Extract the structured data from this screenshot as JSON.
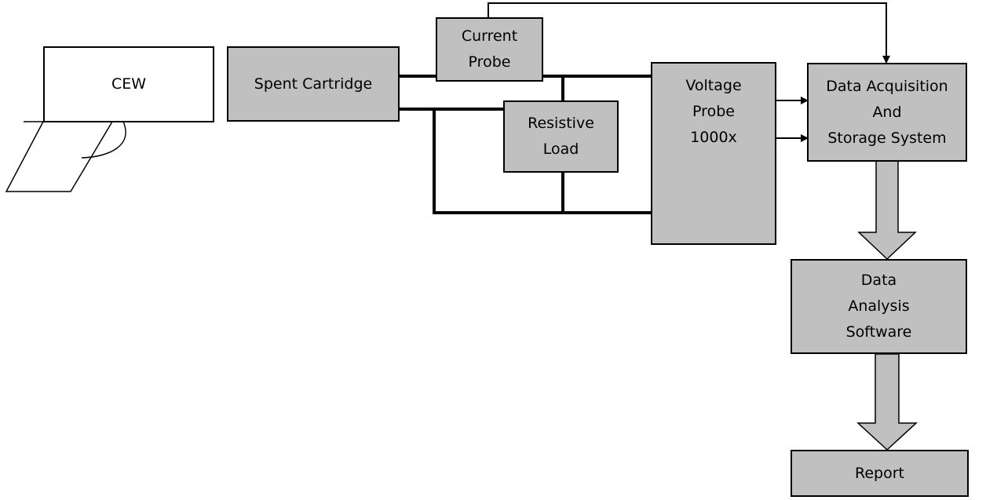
{
  "diagram": {
    "colors": {
      "box_fill": "#c0c0c0",
      "line": "#000000",
      "background": "#ffffff"
    },
    "nodes": {
      "cew": "CEW",
      "spent_cartridge": "Spent Cartridge",
      "current_probe": "Current\nProbe",
      "resistive_load": "Resistive\nLoad",
      "voltage_probe": "Voltage\nProbe\n1000x",
      "daq": "Data Acquisition\nAnd\nStorage System",
      "analysis": "Data\nAnalysis\nSoftware",
      "report": "Report"
    }
  }
}
